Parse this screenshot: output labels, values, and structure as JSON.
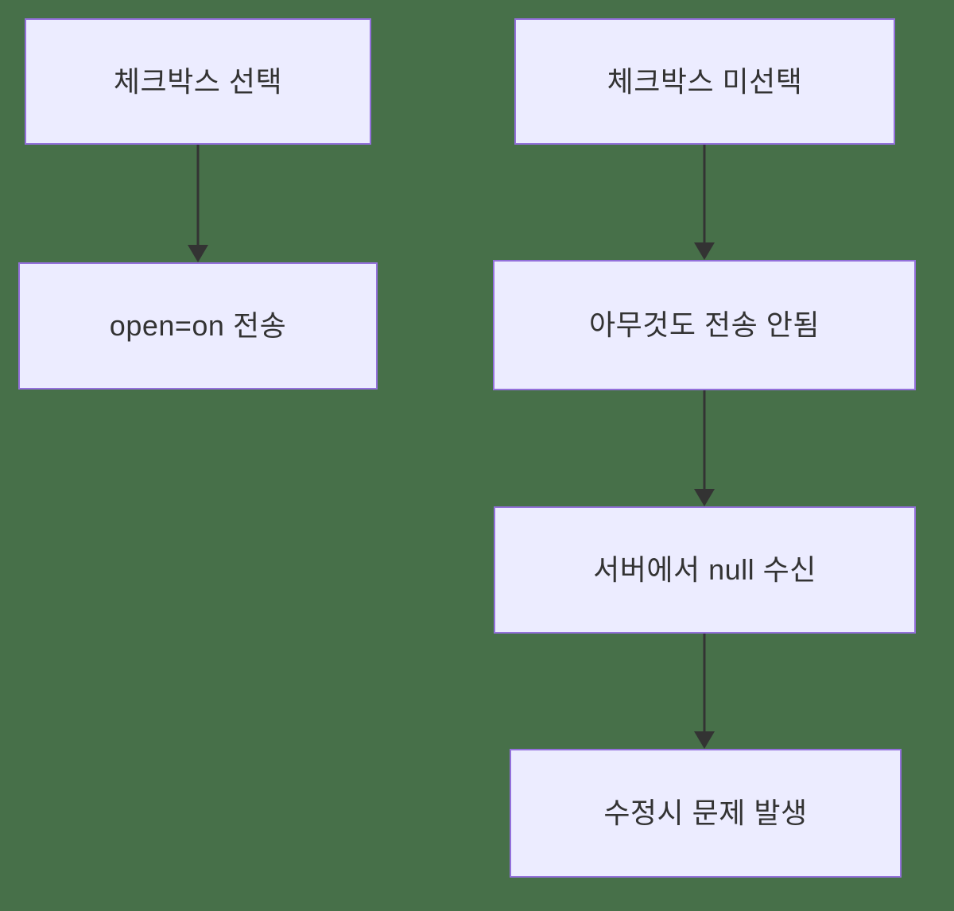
{
  "diagram": {
    "type": "flowchart-vertical",
    "colors": {
      "background": "#477049",
      "node_fill": "#ECECFF",
      "node_border": "#9370DB",
      "text": "#333333",
      "arrow": "#333333"
    },
    "nodes": [
      {
        "id": "checkbox-checked",
        "label": "체크박스 선택",
        "column": "left"
      },
      {
        "id": "open-on-sent",
        "label": "open=on 전송",
        "column": "left"
      },
      {
        "id": "checkbox-unchecked",
        "label": "체크박스 미선택",
        "column": "right"
      },
      {
        "id": "nothing-sent",
        "label": "아무것도 전송 안됨",
        "column": "right"
      },
      {
        "id": "server-null",
        "label": "서버에서 null 수신",
        "column": "right"
      },
      {
        "id": "edit-problem",
        "label": "수정시 문제 발생",
        "column": "right"
      }
    ],
    "edges": [
      {
        "from": "checkbox-checked",
        "to": "open-on-sent"
      },
      {
        "from": "checkbox-unchecked",
        "to": "nothing-sent"
      },
      {
        "from": "nothing-sent",
        "to": "server-null"
      },
      {
        "from": "server-null",
        "to": "edit-problem"
      }
    ]
  }
}
